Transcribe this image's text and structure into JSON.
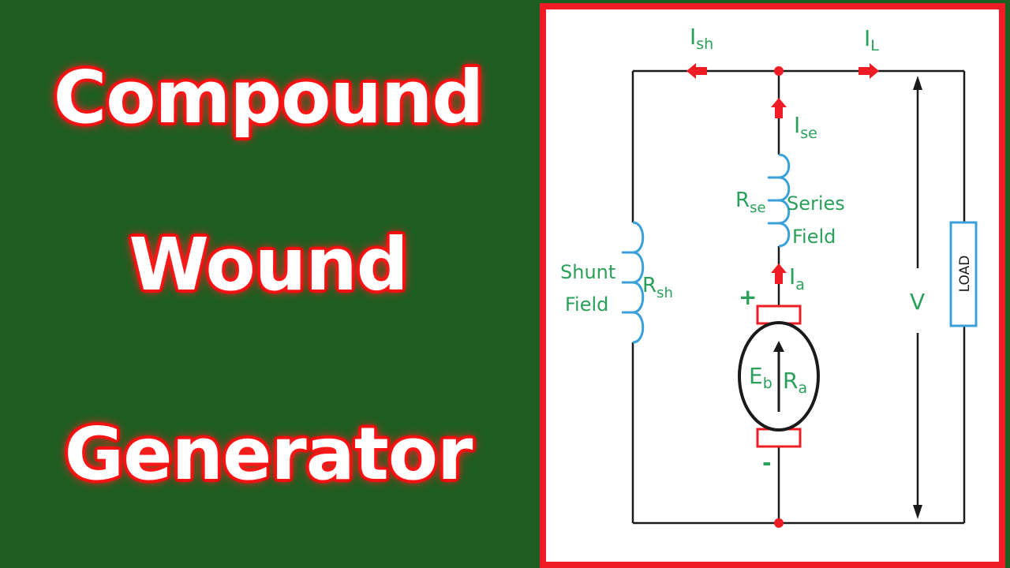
{
  "title": {
    "line1": "Compound",
    "line2": "Wound",
    "line3": "Generator"
  },
  "diagram": {
    "current_shunt": "I",
    "current_shunt_sub": "sh",
    "current_load": "I",
    "current_load_sub": "L",
    "current_series": "I",
    "current_series_sub": "se",
    "current_armature": "I",
    "current_armature_sub": "a",
    "series_resistance": "R",
    "series_resistance_sub": "se",
    "series_field_line1": "Series",
    "series_field_line2": "Field",
    "shunt_field_line1": "Shunt",
    "shunt_field_line2": "Field",
    "shunt_resistance": "R",
    "shunt_resistance_sub": "sh",
    "plus_terminal": "+",
    "minus_terminal": "-",
    "back_emf": "E",
    "back_emf_sub": "b",
    "armature_resistance": "R",
    "armature_resistance_sub": "a",
    "voltage": "V",
    "load": "LOAD"
  },
  "colors": {
    "background": "#1e5e22",
    "accent_red": "#ee1c24",
    "label_green": "#2aa05a",
    "coil_blue": "#3aa0d8"
  }
}
